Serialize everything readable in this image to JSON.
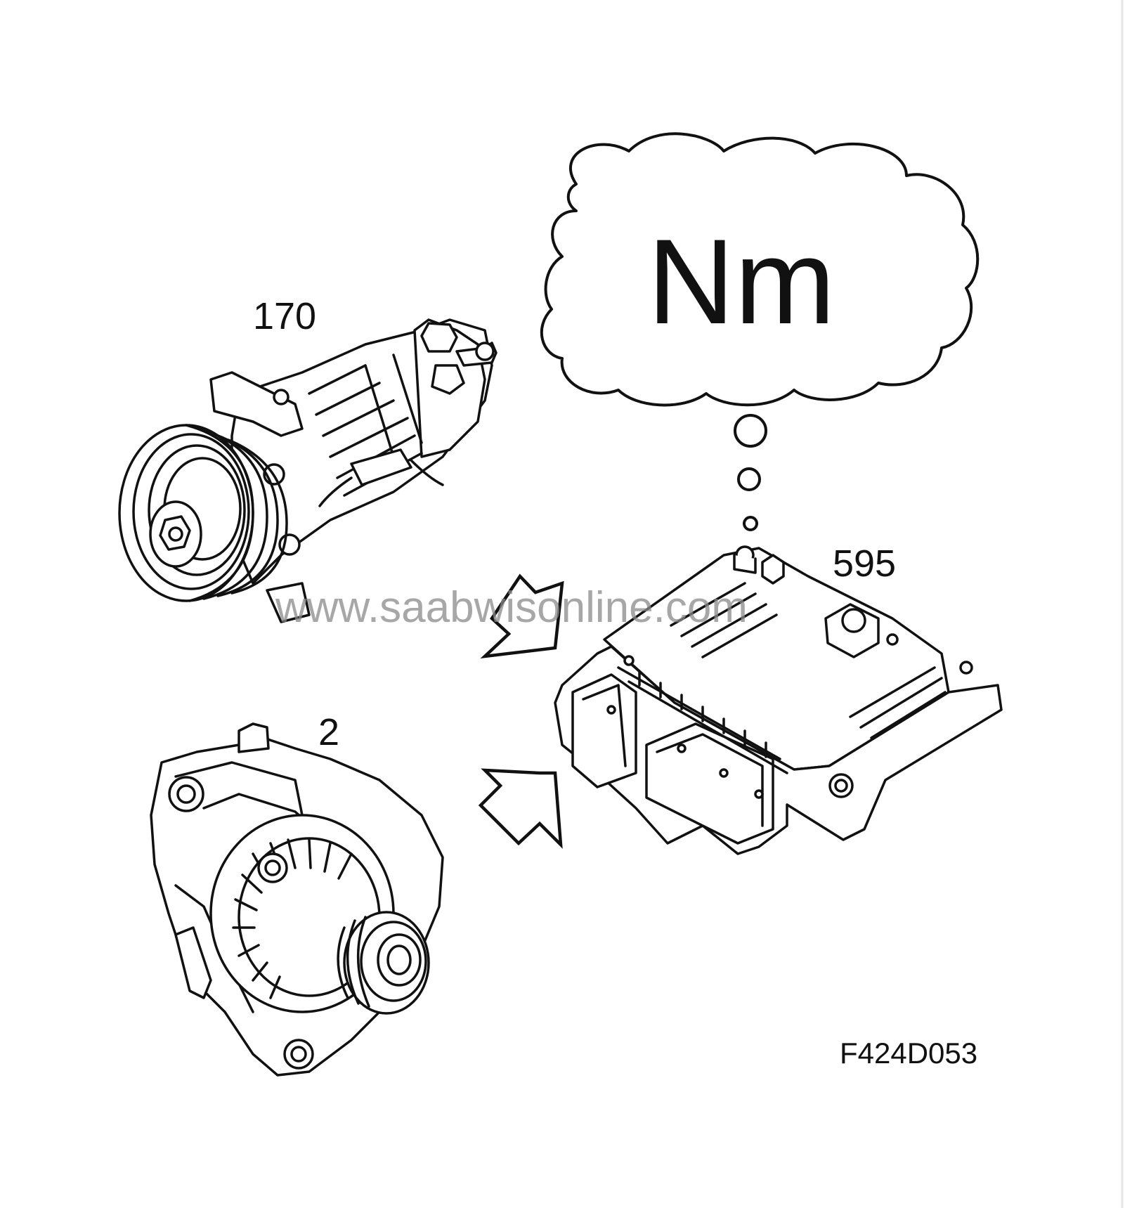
{
  "diagram": {
    "torque_unit": "Nm",
    "labels": {
      "compressor": "170",
      "generator": "2",
      "control_module": "595"
    },
    "watermark": "www.saabwisonline.com",
    "figure_id": "F424D053"
  },
  "colors": {
    "line": "#111111",
    "background": "#ffffff",
    "watermark": "#8a8a8a"
  }
}
